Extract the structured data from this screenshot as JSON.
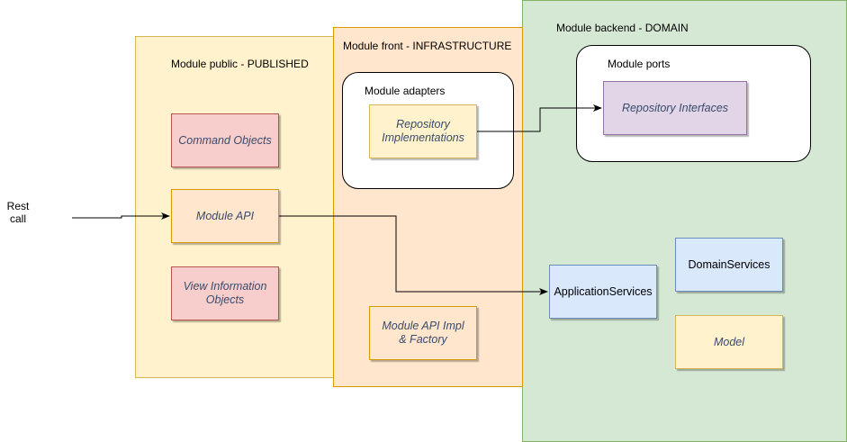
{
  "modules": {
    "public": {
      "label": "Module public - PUBLISHED"
    },
    "front": {
      "label": "Module front - INFRASTRUCTURE"
    },
    "backend": {
      "label": "Module backend - DOMAIN"
    },
    "adapters": {
      "label": "Module adapters"
    },
    "ports": {
      "label": "Module ports"
    }
  },
  "nodes": {
    "command_objects": "Command Objects",
    "module_api": "Module API",
    "view_information_objects": "View Information Objects",
    "repository_implementations": "Repository Implementations",
    "module_api_impl": "Module API Impl & Factory",
    "repository_interfaces": "Repository Interfaces",
    "application_services": "ApplicationServices",
    "domain_services": "DomainServices",
    "model": "Model"
  },
  "external": {
    "rest_call": "Rest call"
  },
  "colors": {
    "public_fill": "#fff2cc",
    "front_fill": "#ffe6cc",
    "backend_fill": "#d5e8d4",
    "red_fill": "#f8cecc",
    "purple_fill": "#e1d5e7",
    "blue_fill": "#dae8fc"
  }
}
